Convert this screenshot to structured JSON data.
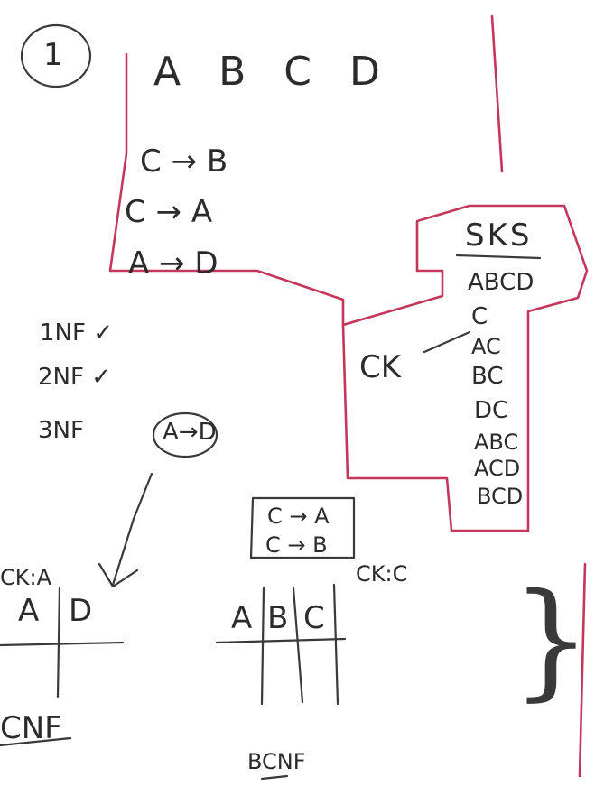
{
  "note": {
    "number": "1",
    "relation": "A  B  C  D",
    "fds": [
      "C → B",
      "C → A",
      "A → D"
    ],
    "sks_title": "SKS",
    "sks": [
      "ABCD",
      "C",
      "AC",
      "BC",
      "DC",
      "ABC",
      "ACD",
      "BCD"
    ],
    "ck": "CK",
    "nf1": "1NF ✓",
    "nf2": "2NF ✓",
    "nf3": "3NF",
    "nf3_violation": "A→D",
    "left_ck": "CK:A",
    "left_table": [
      "A",
      "D"
    ],
    "left_footer": "CNF",
    "mid_box": [
      "C → A",
      "C → B"
    ],
    "mid_ck": "CK:C",
    "mid_table": [
      "A",
      "B",
      "C"
    ],
    "mid_footer": "BCNF",
    "brace": "}"
  },
  "colors": {
    "ink": "#2b2b2b",
    "outline": "#c3385a"
  }
}
